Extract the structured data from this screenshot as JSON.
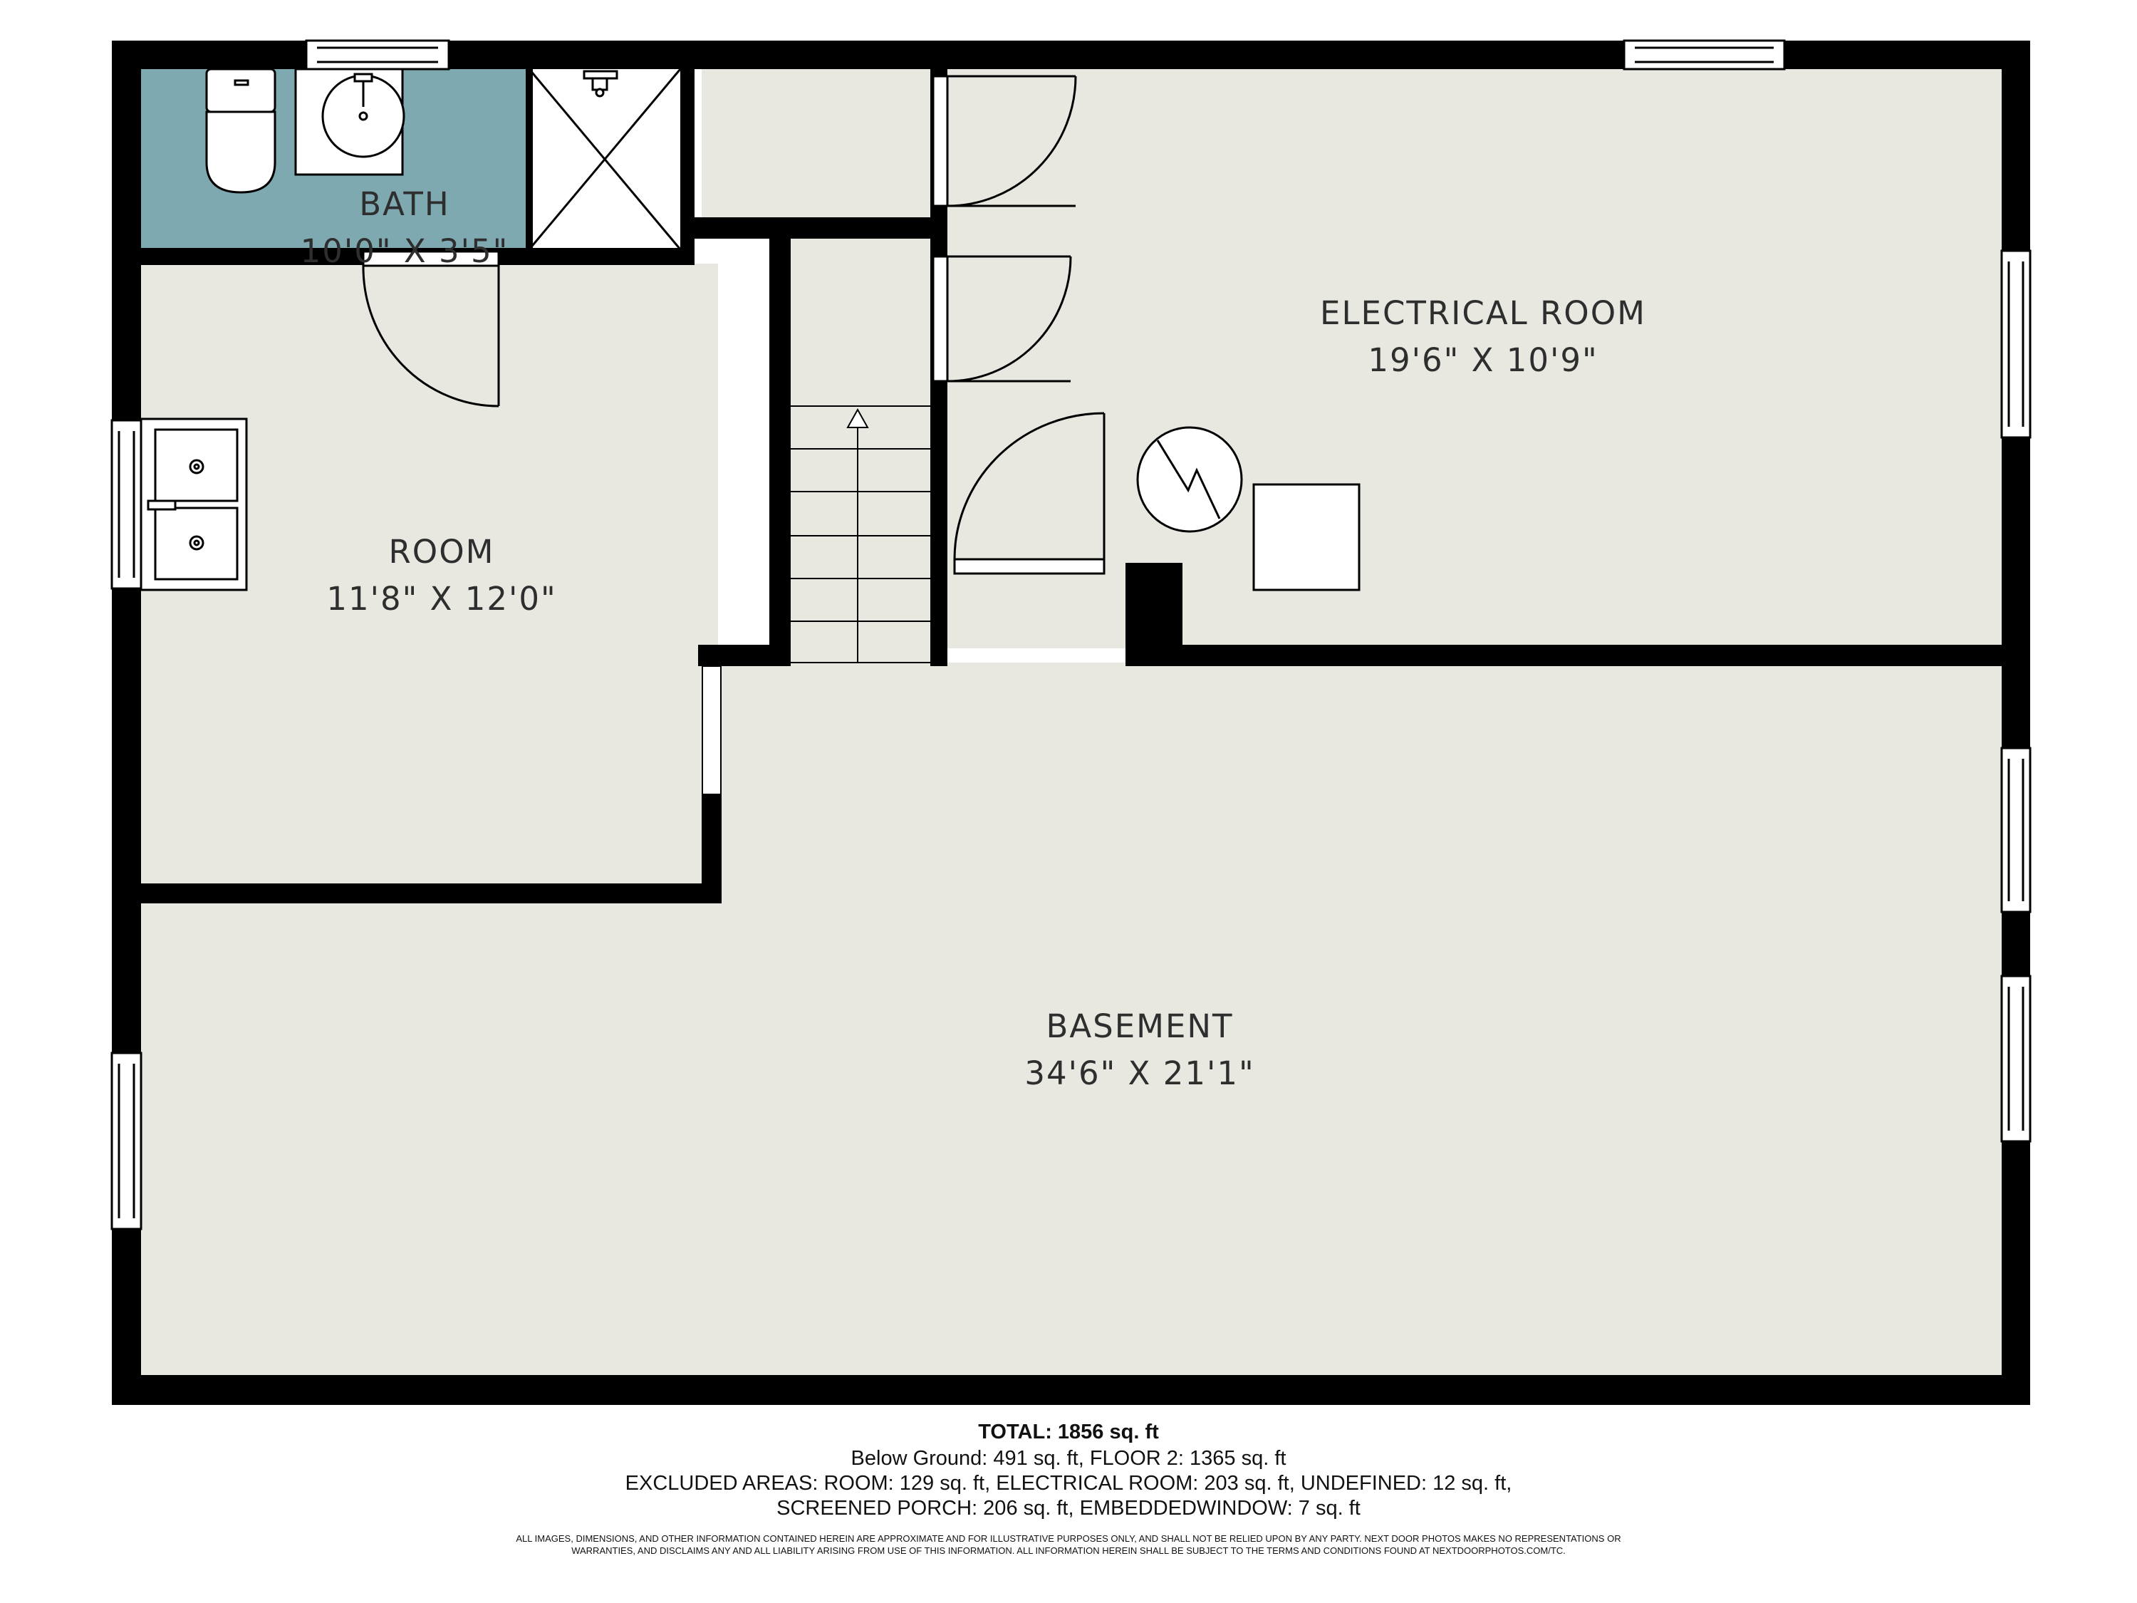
{
  "rooms": {
    "bath": {
      "name": "BATH",
      "dims": "10'0\" X 3'5\""
    },
    "room": {
      "name": "ROOM",
      "dims": "11'8\" X 12'0\""
    },
    "electrical": {
      "name": "ELECTRICAL ROOM",
      "dims": "19'6\" X 10'9\""
    },
    "basement": {
      "name": "BASEMENT",
      "dims": "34'6\" X 21'1\""
    }
  },
  "summary": {
    "total": "TOTAL: 1856 sq. ft",
    "line1": "Below Ground: 491 sq. ft, FLOOR 2: 1365 sq. ft",
    "line2": "EXCLUDED AREAS: ROOM: 129 sq. ft, ELECTRICAL ROOM: 203 sq. ft, UNDEFINED: 12 sq. ft,",
    "line3": "SCREENED PORCH: 206 sq. ft, EMBEDDEDWINDOW: 7 sq. ft",
    "disclaimer": "ALL IMAGES, DIMENSIONS, AND OTHER INFORMATION CONTAINED HEREIN ARE APPROXIMATE AND FOR ILLUSTRATIVE PURPOSES ONLY, AND SHALL NOT BE RELIED UPON BY ANY PARTY. NEXT DOOR PHOTOS MAKES NO REPRESENTATIONS OR WARRANTIES, AND DISCLAIMS ANY AND ALL LIABILITY ARISING FROM USE OF THIS INFORMATION. ALL INFORMATION HEREIN SHALL BE SUBJECT TO THE TERMS AND CONDITIONS FOUND AT NEXTDOORPHOTOS.COM/TC."
  },
  "colors": {
    "floor": "#e8e8e1",
    "bath_floor": "#7fa9b0",
    "wall": "#000000",
    "window": "#ffffff"
  }
}
